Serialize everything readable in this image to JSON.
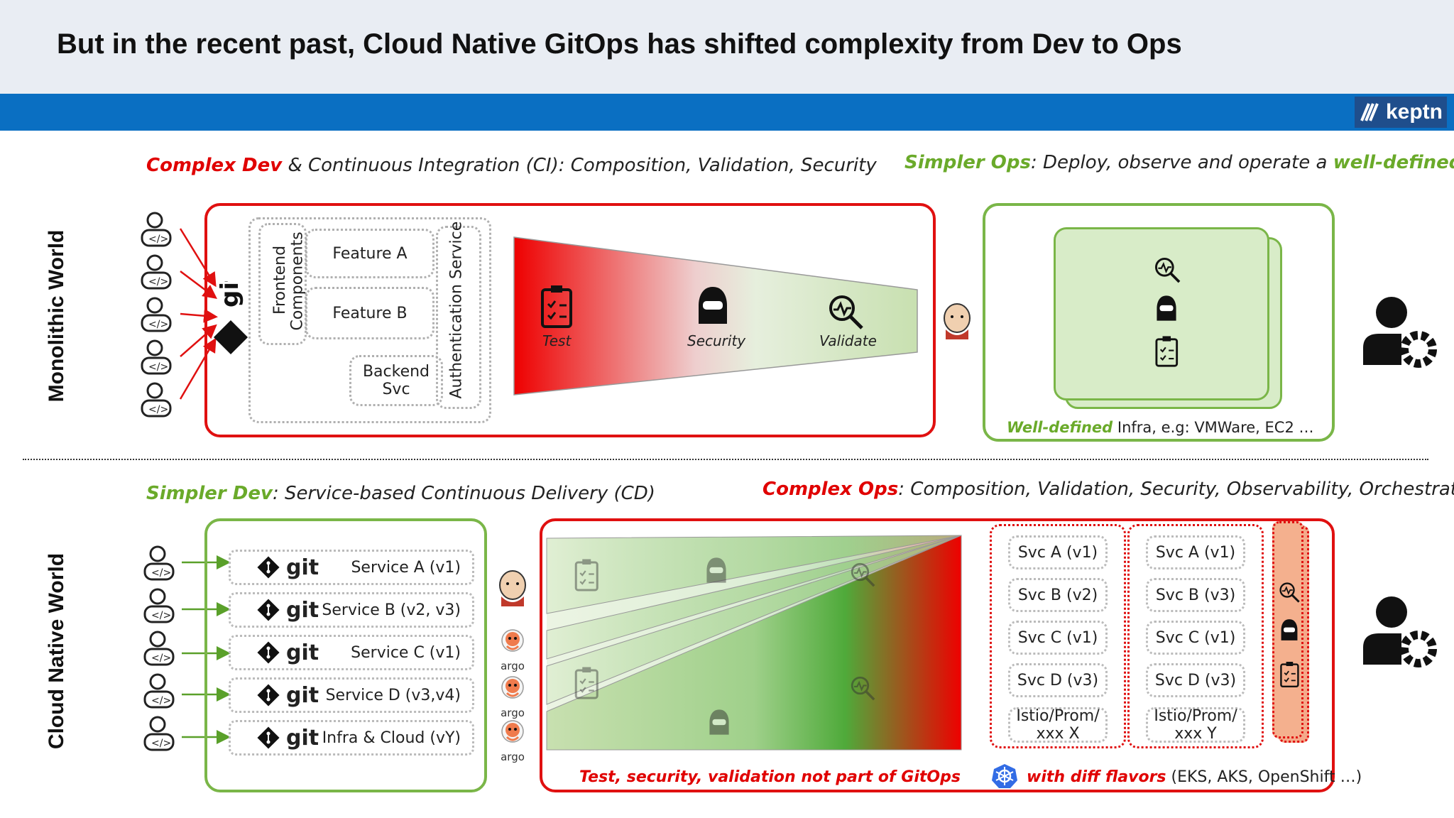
{
  "title": "But in the recent past, Cloud Native GitOps has shifted complexity from Dev to Ops",
  "logo": "keptn",
  "mono": {
    "label": "Monolithic World",
    "dev_heading_red": "Complex Dev",
    "dev_heading_rest": " & Continuous Integration (CI): Composition, Validation, Security",
    "ops_heading_green": "Simpler Ops",
    "ops_heading_rest": ": Deploy, observe and operate a ",
    "ops_heading_green2": "well-defined app",
    "git": "git",
    "frontend": "Frontend",
    "components": "Components",
    "feature_a": "Feature A",
    "feature_b": "Feature B",
    "backend1": "Backend",
    "backend2": "Svc",
    "auth": "Authentication Service",
    "test": "Test",
    "security": "Security",
    "validate": "Validate",
    "infra_green": "Well-defined",
    "infra_rest": " Infra, e.g: VMWare, EC2 …"
  },
  "cloud": {
    "label": "Cloud Native World",
    "dev_heading_green": "Simpler Dev",
    "dev_heading_rest": ": Service-based Continuous Delivery (CD)",
    "ops_heading_red": "Complex Ops",
    "ops_heading_rest": ": Composition, Validation, Security, Observability, Orchestration",
    "git": "git",
    "services": [
      "Service A (v1)",
      "Service B (v2, v3)",
      "Service C (v1)",
      "Service D (v3,v4)",
      "Infra & Cloud (vY)"
    ],
    "argo": "argo",
    "env1": [
      "Svc A (v1)",
      "Svc B (v2)",
      "Svc C (v1)",
      "Svc D (v3)"
    ],
    "env2": [
      "Svc A (v1)",
      "Svc B (v3)",
      "Svc C (v1)",
      "Svc D (v3)"
    ],
    "istio1a": "Istio/Prom/",
    "istio1b": "xxx X",
    "istio2a": "Istio/Prom/",
    "istio2b": "xxx Y",
    "note_red": "Test, security, validation not part of GitOps",
    "flavors_red": "with diff flavors",
    "flavors_rest": " (EKS, AKS, OpenShift …)"
  },
  "colors": {
    "red": "#e01010",
    "green": "#7ab648",
    "blue": "#0a6fc2"
  }
}
